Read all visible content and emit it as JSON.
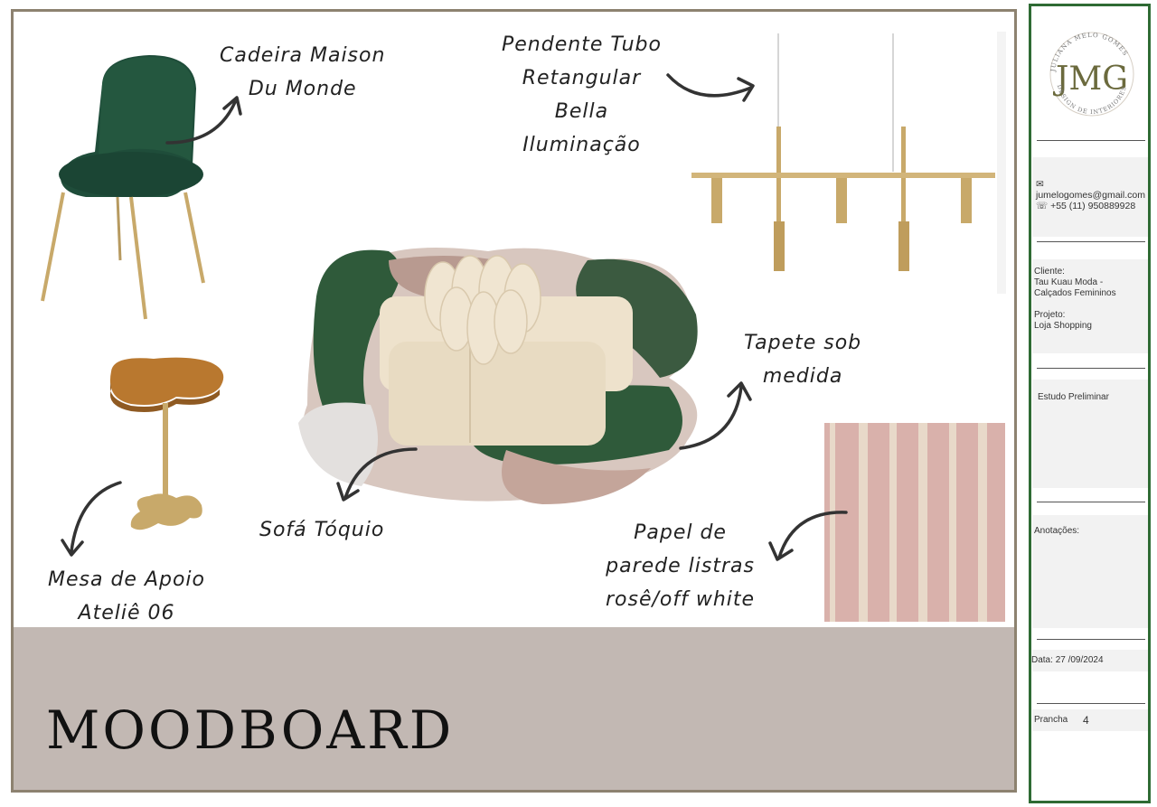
{
  "moodboard": {
    "title": "MOODBOARD",
    "labels": {
      "chair": [
        "Cadeira Maison",
        "Du Monde"
      ],
      "pendant": [
        "Pendente Tubo",
        "Retangular",
        "Bella",
        "Iluminação"
      ],
      "rug": [
        "Tapete sob",
        "medida"
      ],
      "sofa": [
        "Sofá Tóquio"
      ],
      "side_table": [
        "Mesa de Apoio",
        "Ateliê 06"
      ],
      "wallpaper": [
        "Papel de",
        "parede listras",
        "rosê/off white"
      ]
    }
  },
  "sidebar": {
    "logo": {
      "monogram": "JMG",
      "ring_top": "JULIANA MELO GOMES",
      "ring_bottom": "DESIGN DE INTERIORES"
    },
    "email": "jumelogomes@gmail.com",
    "phone": "+55 (11) 950889928",
    "client_label": "Cliente:",
    "client_value_1": "Tau Kuau Moda -",
    "client_value_2": "Calçados Femininos",
    "project_label": "Projeto:",
    "project_value": "Loja Shopping",
    "phase": "Estudo Preliminar",
    "notes_label": "Anotações:",
    "date_label": "Data:",
    "date_value": "27 /09/2024",
    "sheet_label": "Prancha",
    "sheet_value": "4"
  },
  "colors": {
    "frame": "#8d8270",
    "footer": "#c2b8b3",
    "sidebar_border": "#2f6b34",
    "chair_green": "#1f4d3a",
    "brass": "#c8a96a",
    "rug_green": "#2f5a3a",
    "rug_pink": "#c9aea4",
    "wallpaper_pink": "#d9b1ab",
    "wallpaper_stripe": "#e8d9c9"
  }
}
